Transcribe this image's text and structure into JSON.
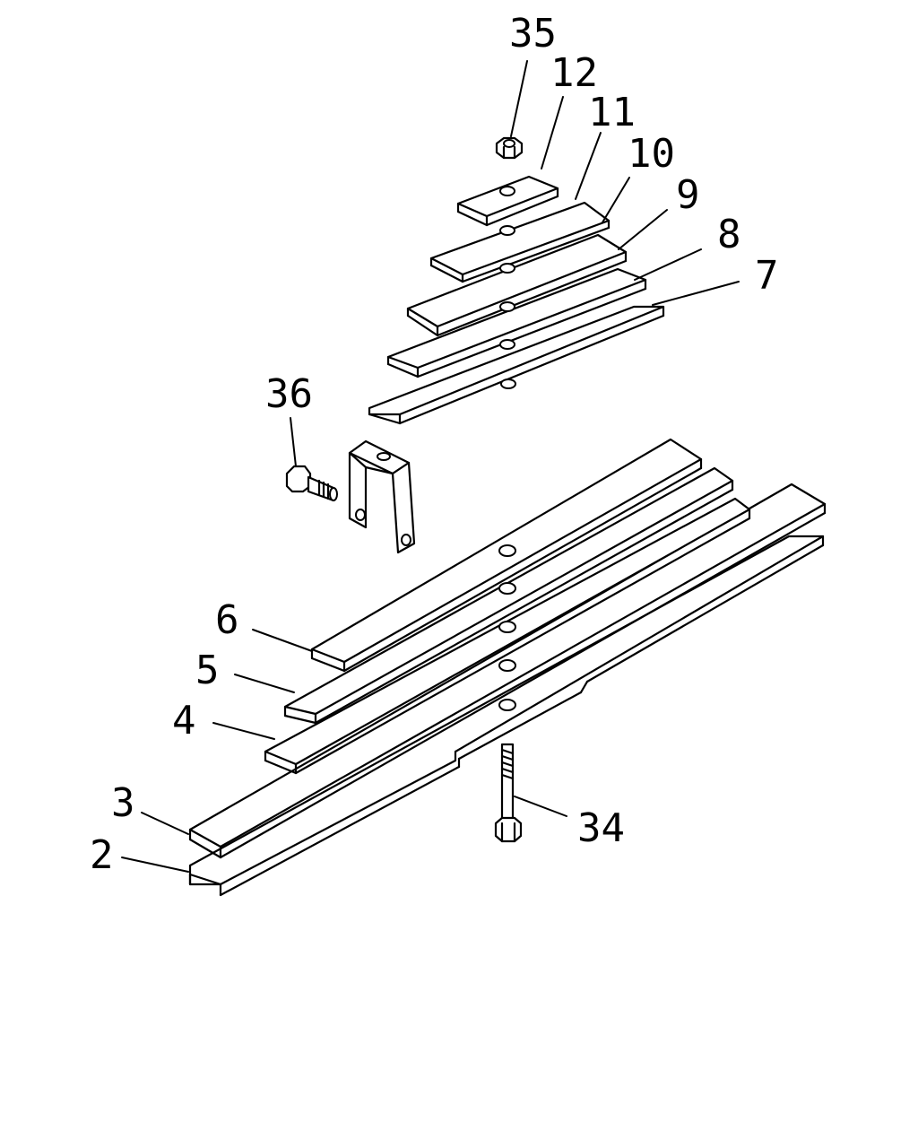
{
  "callouts": {
    "c2": "2",
    "c3": "3",
    "c4": "4",
    "c5": "5",
    "c6": "6",
    "c7": "7",
    "c8": "8",
    "c9": "9",
    "c10": "10",
    "c11": "11",
    "c12": "12",
    "c34": "34",
    "c35": "35",
    "c36": "36"
  }
}
